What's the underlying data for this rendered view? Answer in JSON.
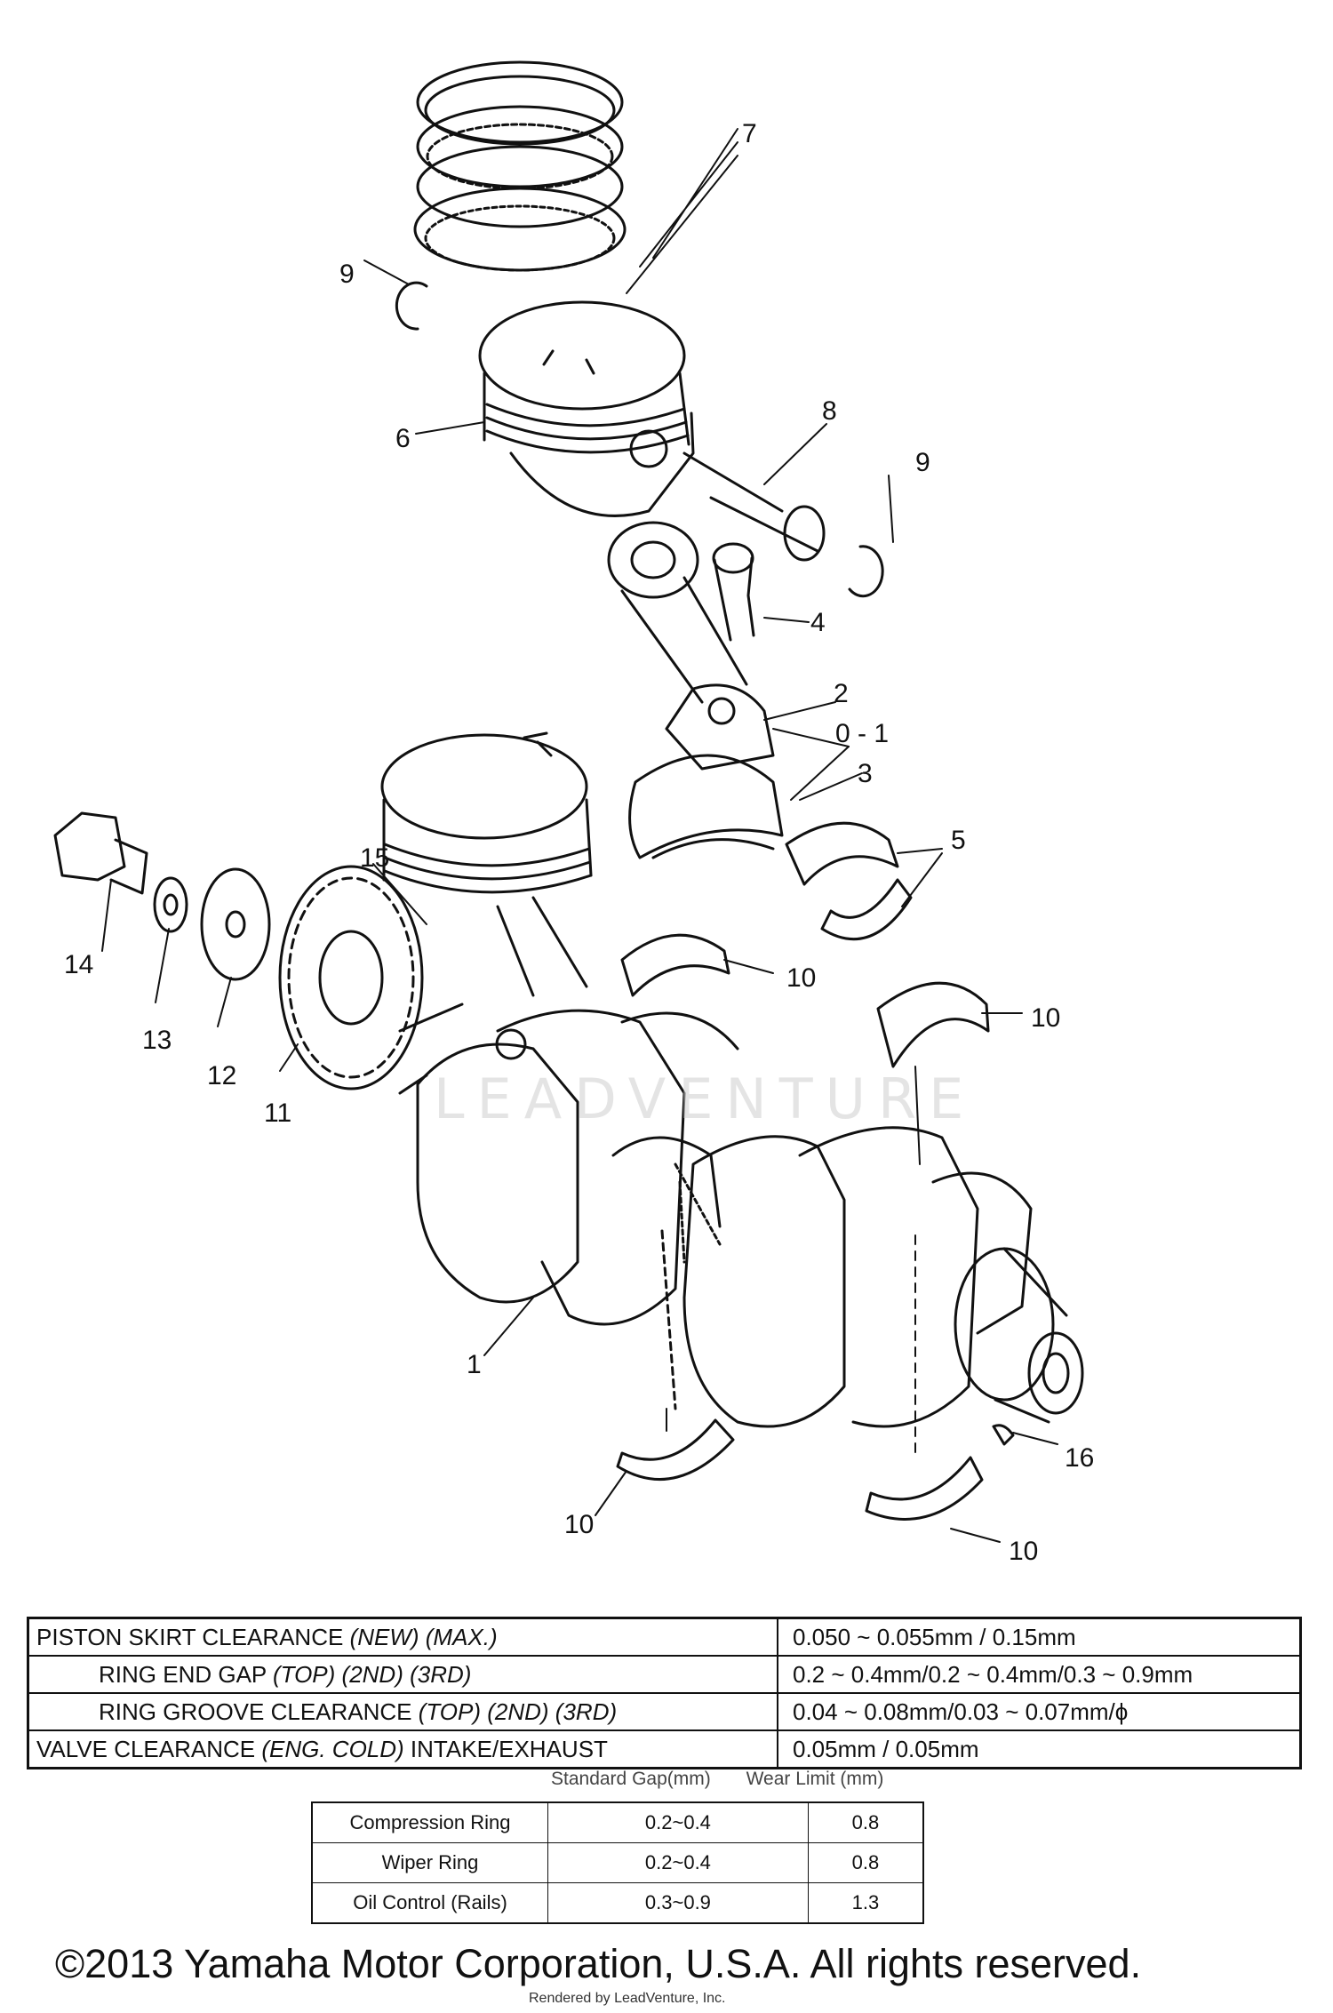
{
  "diagram": {
    "callouts": [
      "7",
      "9",
      "6",
      "8",
      "9",
      "4",
      "2",
      "0 - 1",
      "3",
      "5",
      "15",
      "14",
      "13",
      "12",
      "11",
      "10",
      "10",
      "1",
      "16",
      "10",
      "10"
    ],
    "watermark": "LEADVENTURE"
  },
  "spec_table": {
    "rows": [
      {
        "label": "PISTON SKIRT CLEARANCE ",
        "label_italic": "(NEW) (MAX.)",
        "label_tail": "",
        "value": "0.050 ~ 0.055mm   /   0.15mm"
      },
      {
        "label": "RING END GAP ",
        "label_italic": "(TOP) (2ND) (3RD)",
        "label_tail": "",
        "value": "0.2 ~ 0.4mm/0.2 ~ 0.4mm/0.3 ~ 0.9mm"
      },
      {
        "label": "RING GROOVE CLEARANCE ",
        "label_italic": "(TOP) (2ND) (3RD)",
        "label_tail": "",
        "value": "0.04 ~ 0.08mm/0.03 ~ 0.07mm/ϕ"
      },
      {
        "label": "VALVE CLEARANCE ",
        "label_italic": "(ENG. COLD)",
        "label_tail": " INTAKE/EXHAUST",
        "value": "0.05mm / 0.05mm"
      }
    ]
  },
  "ring_table": {
    "headers": [
      "Standard Gap(mm)",
      "Wear Limit (mm)"
    ],
    "rows": [
      {
        "name": "Compression Ring",
        "gap": "0.2~0.4",
        "limit": "0.8"
      },
      {
        "name": "Wiper Ring",
        "gap": "0.2~0.4",
        "limit": "0.8"
      },
      {
        "name": "Oil Control (Rails)",
        "gap": "0.3~0.9",
        "limit": "1.3"
      }
    ]
  },
  "copyright": "©2013 Yamaha Motor Corporation, U.S.A. All rights reserved.",
  "rendered_by": "Rendered by LeadVenture, Inc."
}
